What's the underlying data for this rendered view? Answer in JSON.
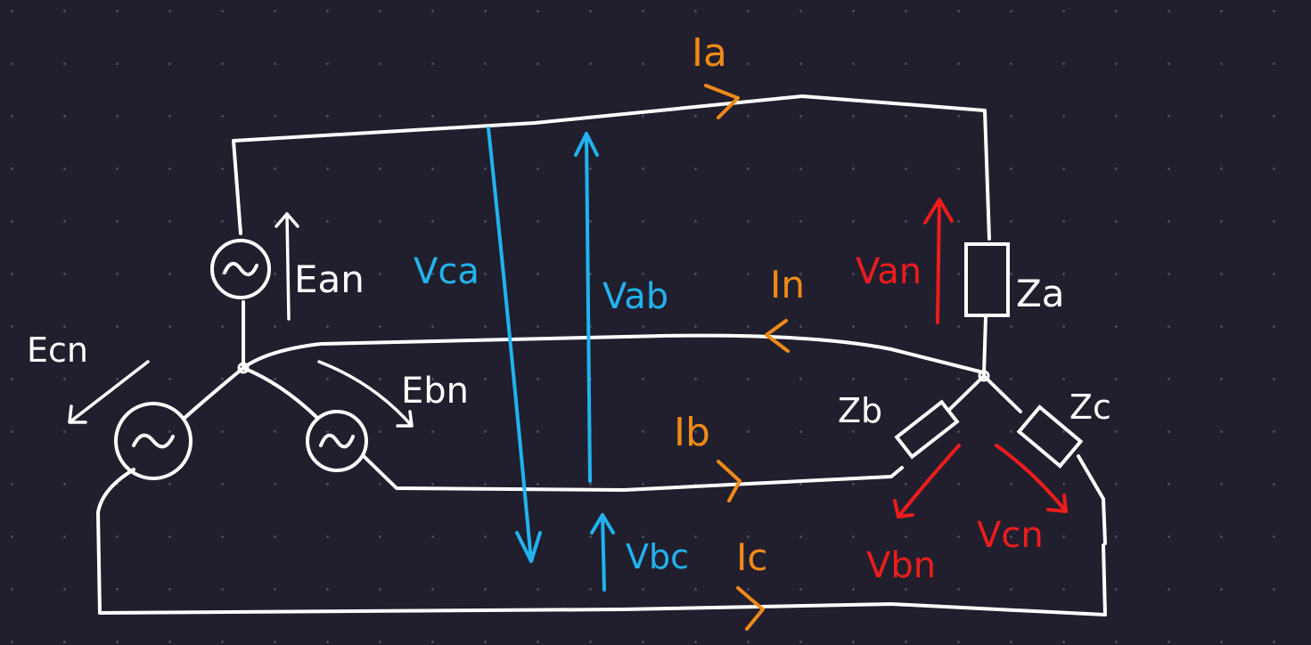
{
  "colors": {
    "background": "#211f2e",
    "grid_dots": "#4b495a",
    "wire": "#ffffff",
    "line_voltage": "#22b3ee",
    "current": "#f08a18",
    "load_voltage": "#ee1c1c"
  },
  "sources": {
    "ean": "Ean",
    "ebn": "Ebn",
    "ecn": "Ecn"
  },
  "line_voltages": {
    "vca": "Vca",
    "vab": "Vab",
    "vbc": "Vbc"
  },
  "currents": {
    "ia": "Ia",
    "ib": "Ib",
    "ic": "Ic",
    "in": "In"
  },
  "load_voltages": {
    "van": "Van",
    "vbn": "Vbn",
    "vcn": "Vcn"
  },
  "impedances": {
    "za": "Za",
    "zb": "Zb",
    "zc": "Zc"
  },
  "icons": {
    "source": "ac-source-icon",
    "impedance": "impedance-box-icon"
  }
}
